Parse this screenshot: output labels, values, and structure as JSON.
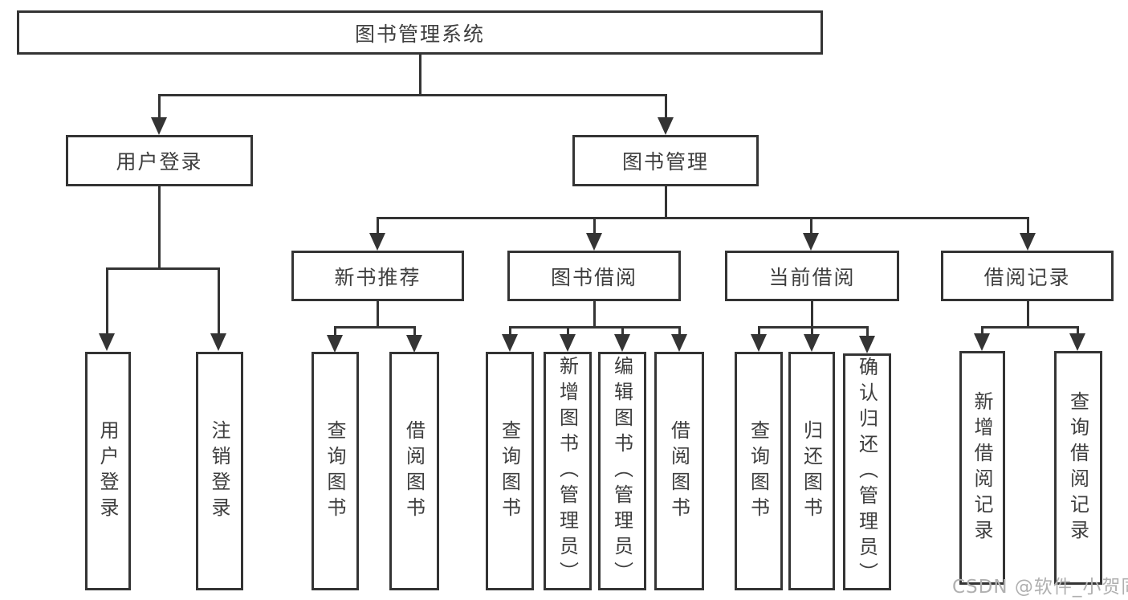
{
  "diagram": {
    "root": {
      "label": "图书管理系统"
    },
    "level2": [
      {
        "label": "用户登录"
      },
      {
        "label": "图书管理"
      }
    ],
    "level3": [
      {
        "label": "新书推荐",
        "parent": "图书管理"
      },
      {
        "label": "图书借阅",
        "parent": "图书管理"
      },
      {
        "label": "当前借阅",
        "parent": "图书管理"
      },
      {
        "label": "借阅记录",
        "parent": "图书管理"
      }
    ],
    "leaves": [
      {
        "label": "用户登录",
        "parent": "用户登录"
      },
      {
        "label": "注销登录",
        "parent": "用户登录"
      },
      {
        "label": "查询图书",
        "parent": "新书推荐"
      },
      {
        "label": "借阅图书",
        "parent": "新书推荐"
      },
      {
        "label": "查询图书",
        "parent": "图书借阅"
      },
      {
        "label": "新增图书（管理员）",
        "parent": "图书借阅"
      },
      {
        "label": "编辑图书（管理员）",
        "parent": "图书借阅"
      },
      {
        "label": "借阅图书",
        "parent": "图书借阅"
      },
      {
        "label": "查询图书",
        "parent": "当前借阅"
      },
      {
        "label": "归还图书",
        "parent": "当前借阅"
      },
      {
        "label": "确认归还（管理员）",
        "parent": "当前借阅"
      },
      {
        "label": "新增借阅记录",
        "parent": "借阅记录"
      },
      {
        "label": "查询借阅记录",
        "parent": "借阅记录"
      }
    ],
    "watermark": "CSDN @软件_小贺同学",
    "colors": {
      "line": "#343434",
      "box_border": "#343434",
      "text": "#3e3e3e",
      "watermark": "#b0b0b0",
      "background": "#ffffff"
    }
  }
}
